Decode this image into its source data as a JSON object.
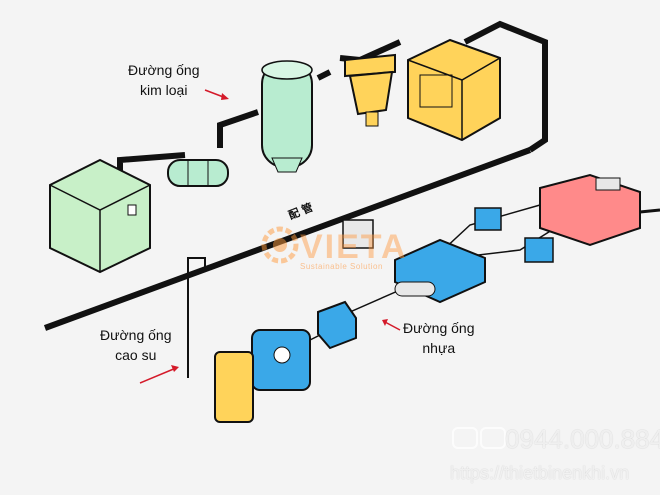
{
  "labels": {
    "metal_pipe": [
      "Đường ống",
      "kim loại"
    ],
    "rubber_pipe": [
      "Đường ống",
      "cao su"
    ],
    "plastic_pipe": [
      "Đường ống",
      "nhựa"
    ]
  },
  "diagram_text": {
    "piping_jp": "配 管"
  },
  "watermark": {
    "brand": "VIETA",
    "tagline": "Sustainable Solution",
    "phone": "0944.000.884",
    "url": "https://thietbinenkhi.vn"
  },
  "colors": {
    "compressor": "#c8f0c8",
    "tank": "#b8ecd0",
    "filter": "#ffd35a",
    "dryer": "#ffd35a",
    "valve": "#3aa8e8",
    "cylinder": "#ff8a8a",
    "arrow": "#d41a2a",
    "pipe": "#111111"
  }
}
